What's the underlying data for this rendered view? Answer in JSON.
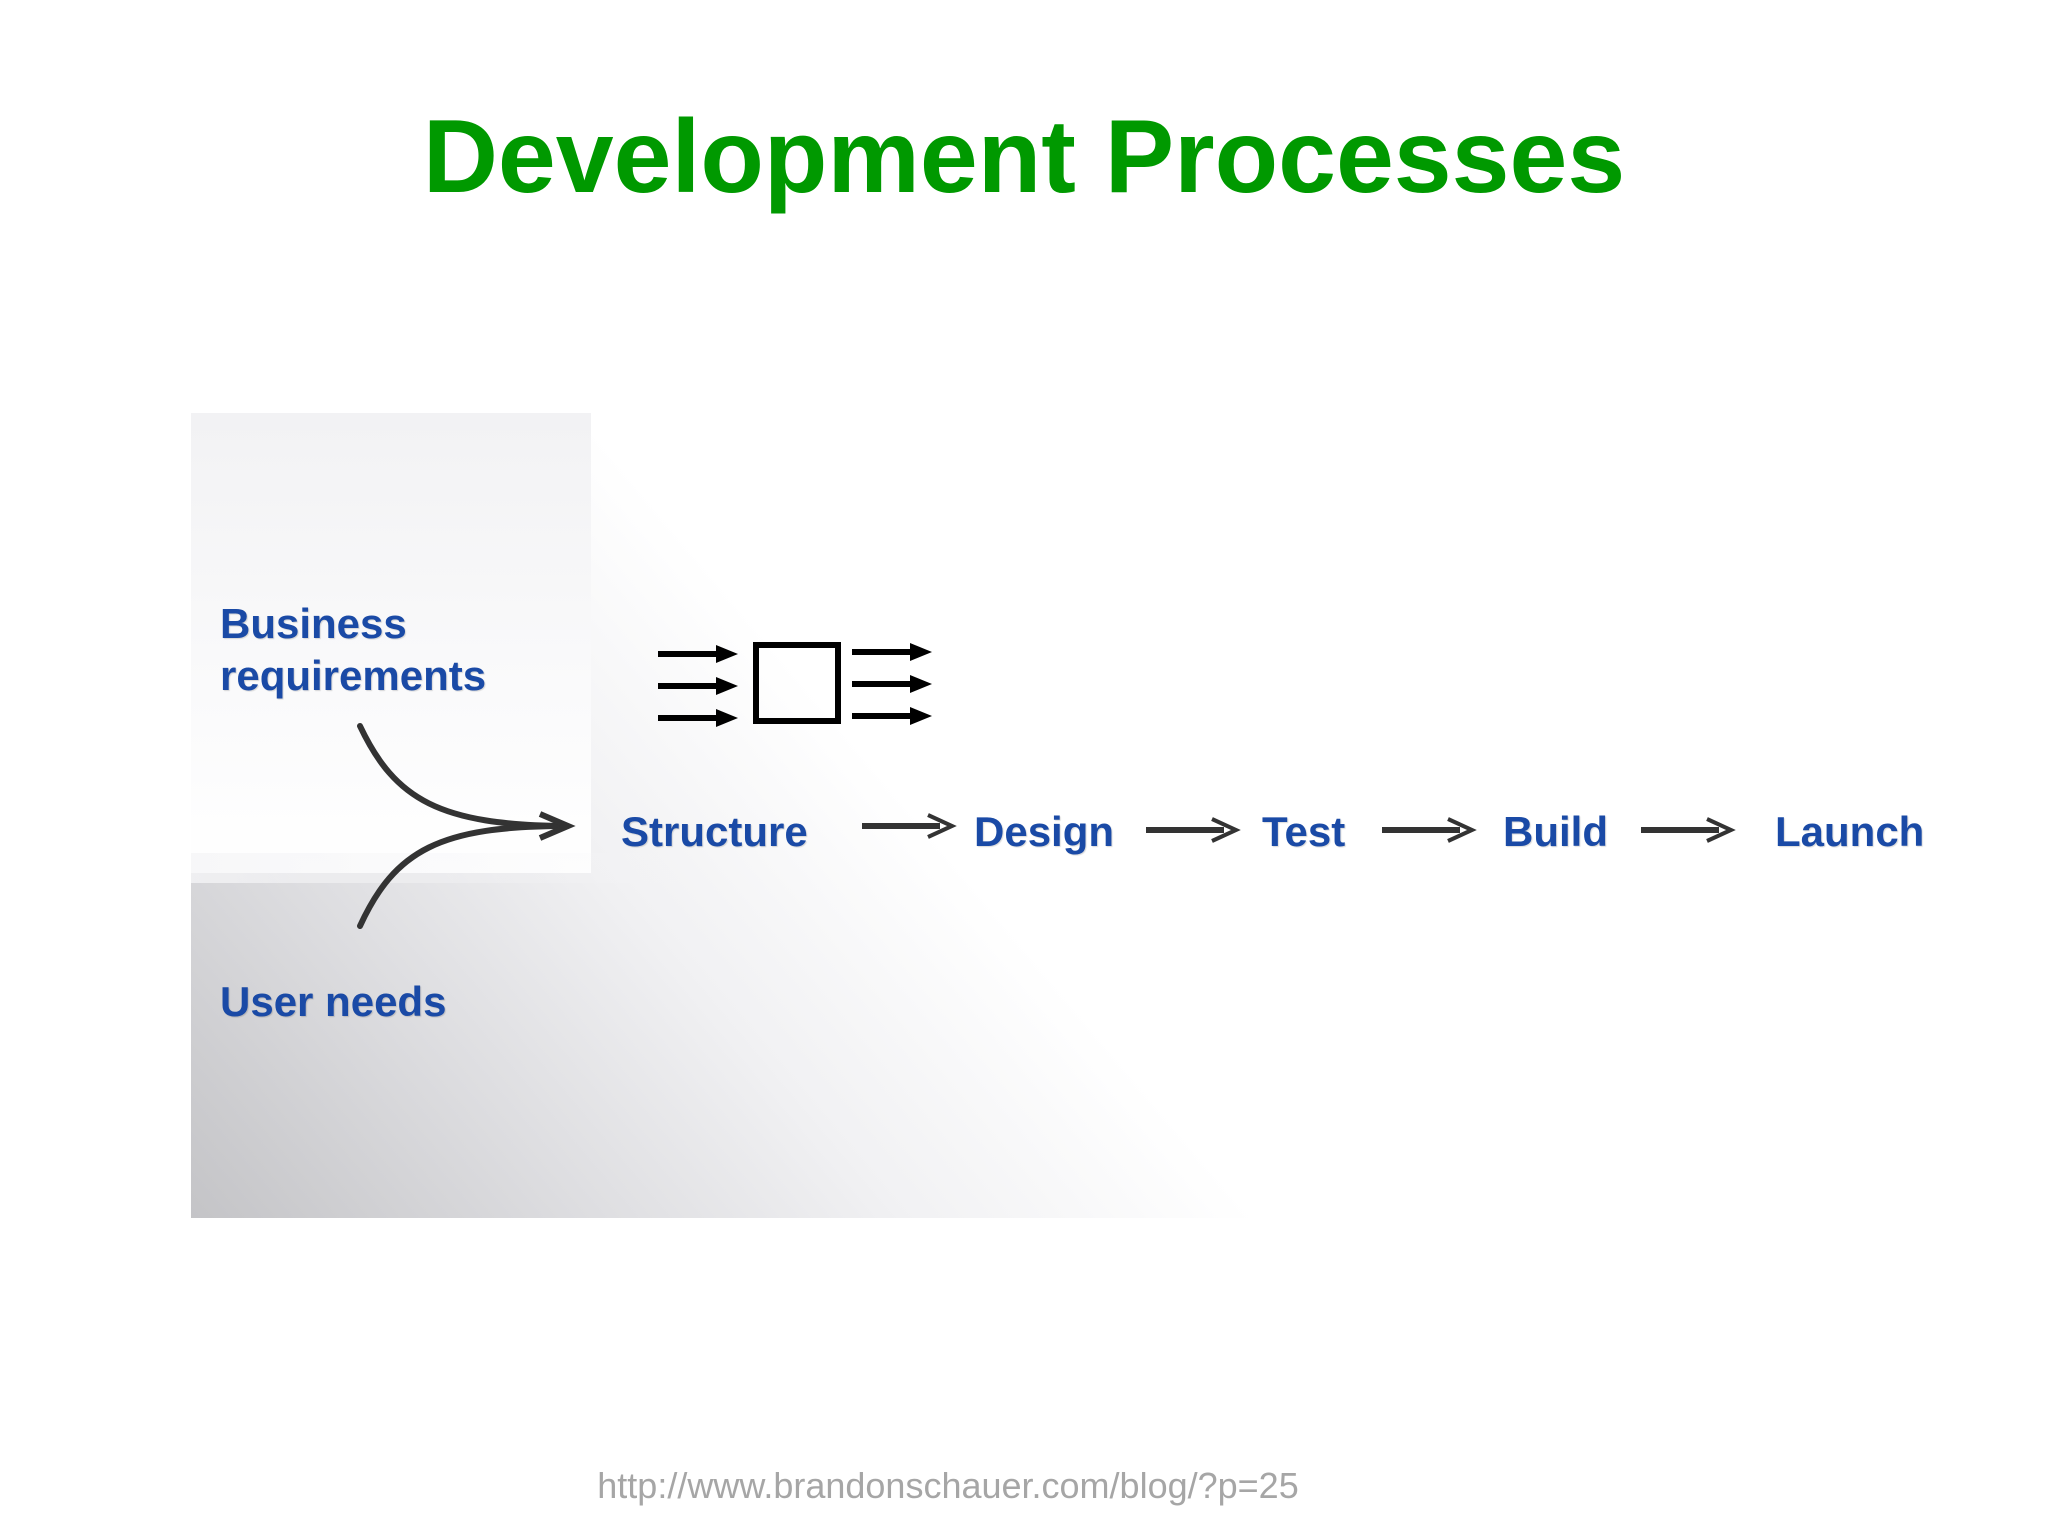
{
  "title": "Development Processes",
  "diagram": {
    "inputs": {
      "business_requirements": "Business requirements",
      "user_needs": "User needs"
    },
    "process_steps": [
      "Structure",
      "Design",
      "Test",
      "Build",
      "Launch"
    ],
    "process_icon": "input-output-box-icon"
  },
  "source_url": "http://www.brandonschauer.com/blog/?p=25",
  "colors": {
    "title": "#009900",
    "labels": "#1a4aa6",
    "arrows": "#333333",
    "url": "#a6a6a6"
  }
}
